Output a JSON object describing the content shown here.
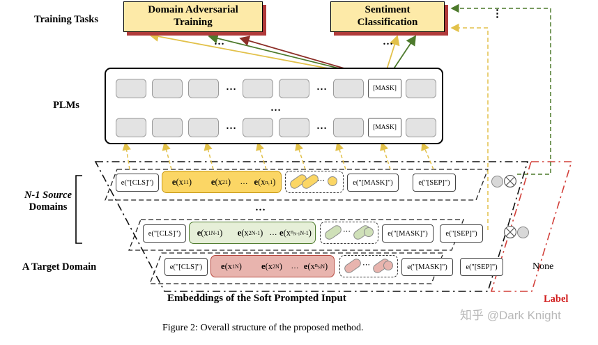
{
  "figure": {
    "caption": "Figure 2: Overall structure of the proposed method.",
    "bottom_title": "Embeddings of the Soft Prompted Input",
    "watermark": "知乎 @Dark Knight"
  },
  "row_labels": {
    "training_tasks": "Training Tasks",
    "plms": "PLMs",
    "source_domains_line1": "N-1 Source",
    "source_domains_line2": "Domains",
    "target_domain": "A Target Domain"
  },
  "tasks": [
    {
      "name": "domain-adversarial-training",
      "line1": "Domain Adversarial",
      "line2": "Training"
    },
    {
      "name": "sentiment-classification",
      "line1": "Sentiment",
      "line2": "Classification"
    }
  ],
  "plm": {
    "mask_label": "[MASK]",
    "ellipsis": "…",
    "vertical_ellipsis": "⋮",
    "row_token_count": 8
  },
  "embeddings": {
    "cls": "e(\"[CLS]\")",
    "mask": "e(\"[MASK]\")",
    "sep": "e(\"[SEP]\")",
    "ellipsis": "…",
    "vertical_ellipsis": "⋯",
    "rows": [
      {
        "name": "source-domain-1",
        "tokens": [
          "e(x",
          "e(x",
          "e(x"
        ],
        "token_labels": [
          "e(x₁¹)",
          "e(x₂¹)",
          "e(x_{n₁}¹)"
        ],
        "color": "#fbd665"
      },
      {
        "name": "source-domain-n-1",
        "token_labels": [
          "e(x₁^{N-1})",
          "e(x₂^{N-1})",
          "e(x_{n_{N-1}}^{N-1})"
        ],
        "color": "#e6efd8"
      },
      {
        "name": "target-domain-n",
        "token_labels": [
          "e(x₁^N)",
          "e(x₂^N)",
          "e(x_{n_N}^N)"
        ],
        "color": "#e8b4ae"
      }
    ]
  },
  "label_column": {
    "none": "None",
    "label": "Label"
  },
  "colors": {
    "task_fill": "#fdeaa8",
    "task_shadow": "#b03a3a",
    "source1": "#fbd665",
    "source_n1": "#e6efd8",
    "target": "#e8b4ae",
    "plm_token": "#e3e3e3",
    "label_red": "#d21f1f",
    "arrow_yellow": "#e2c14a",
    "arrow_green": "#4d7a2c",
    "arrow_darkred": "#8c2f28"
  }
}
